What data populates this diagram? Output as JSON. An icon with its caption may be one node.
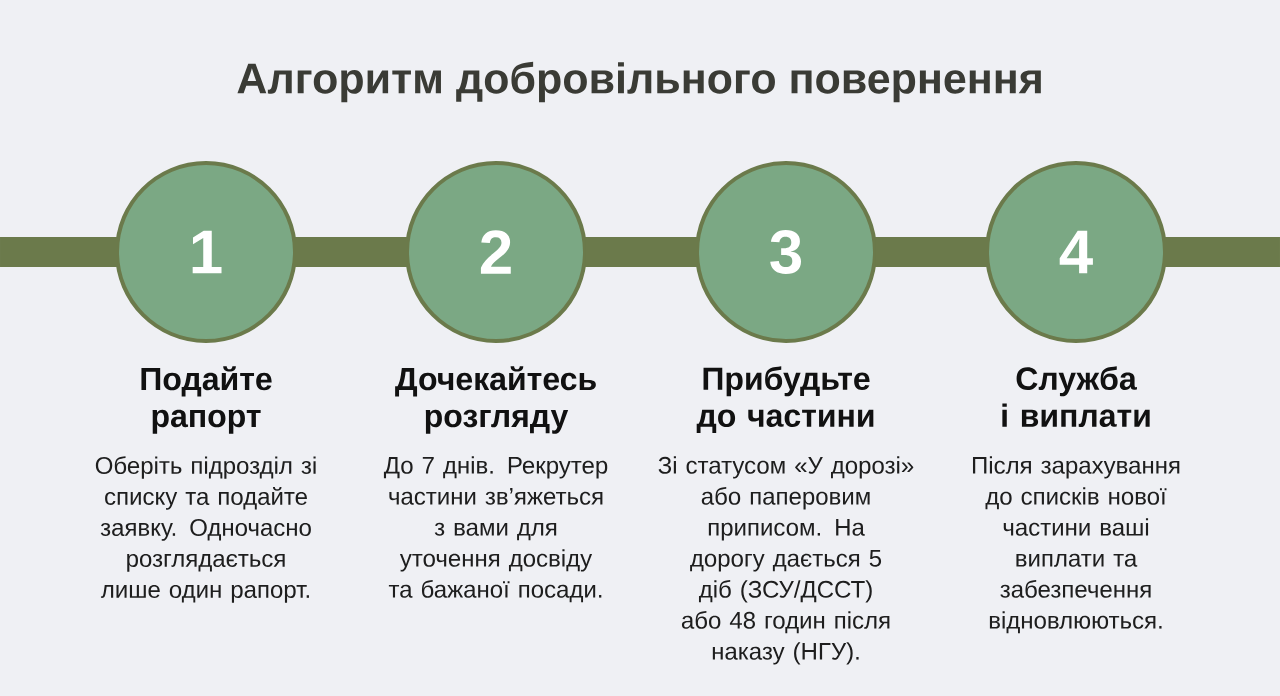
{
  "diagram": {
    "title": "Алгоритм добровільного повернення",
    "nodes": [
      {
        "text": [
          "1"
        ],
        "beside": [
          "Подайте рапорт",
          "Оберіть підрозділ зі списку та подайте заявку. Одночасно розглядається лише один рапорт."
        ]
      },
      {
        "text": [
          "2"
        ],
        "beside": [
          "Дочекайтесь розгляду",
          "До 7 днів. Рекрутер частини зв’яжеться з вами для уточення досвіду та бажаної посади."
        ]
      },
      {
        "text": [
          "3"
        ],
        "beside": [
          "Прибудьте до частини",
          "Зі статусом «У дорозі» або паперовим приписом. На дорогу дається 5 діб (ЗСУ/ДССТ) або 48 годин після наказу (НГУ)."
        ]
      },
      {
        "text": [
          "4"
        ],
        "beside": [
          "Служба і виплати",
          "Після зарахування до списків нової частини ваші виплати та забезпечення відновлюються."
        ]
      }
    ],
    "edges": [
      {
        "from": null,
        "to": 0,
        "arrow": "none"
      },
      {
        "from": 0,
        "to": 1,
        "arrow": "none"
      },
      {
        "from": 1,
        "to": 2,
        "arrow": "none"
      },
      {
        "from": 2,
        "to": 3,
        "arrow": "none"
      },
      {
        "from": 3,
        "to": null,
        "arrow": "none"
      }
    ]
  }
}
